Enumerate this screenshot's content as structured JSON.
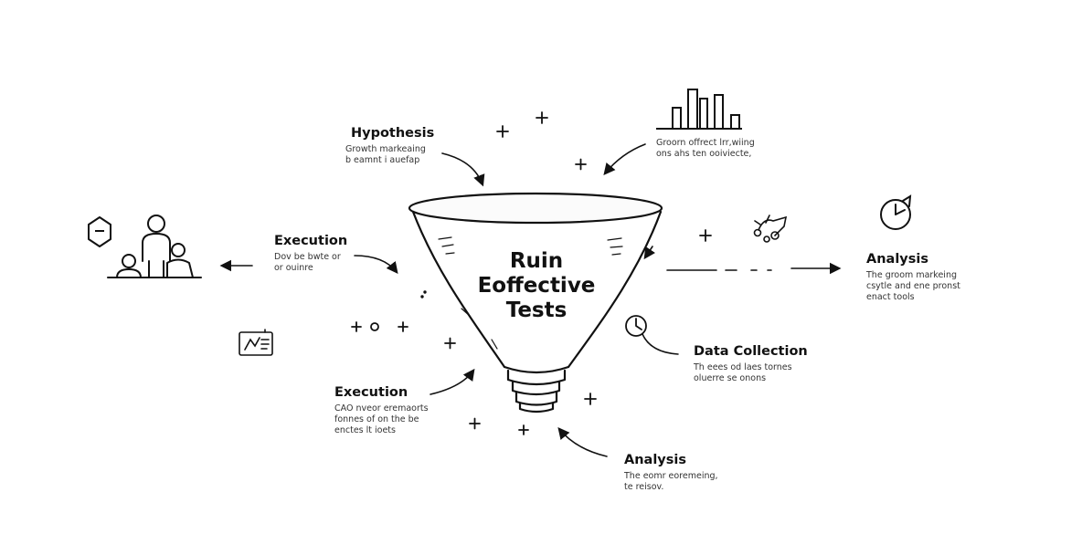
{
  "center": {
    "lines": [
      "Ruin",
      "Eoffective",
      "Tests"
    ]
  },
  "labels": {
    "hypothesis": {
      "title": "Hypothesis",
      "lines": [
        "Growth markeaing",
        "b eamnt i auefap"
      ]
    },
    "top_right": {
      "lines": [
        "Groorn offrect lrr,wiing",
        "ons ahs ten ooiviecte,"
      ]
    },
    "execution_top": {
      "title": "Execution",
      "lines": [
        "Dov be bwte or",
        "or ouinre"
      ]
    },
    "analysis_right": {
      "title": "Analysis",
      "lines": [
        "The groom markeing",
        "csytle and ene pronst",
        "enact tools"
      ]
    },
    "data_collection": {
      "title": "Data Collection",
      "lines": [
        "Th eees od laes tornes",
        "oluerre se onons"
      ]
    },
    "execution_bottom": {
      "title": "Execution",
      "lines": [
        "CAO nveor eremaorts",
        "fonnes of on the be",
        "enctes lt ioets"
      ]
    },
    "analysis_bottom": {
      "title": "Analysis",
      "lines": [
        "The eomr eoremeing,",
        "te reisov."
      ]
    }
  },
  "icons": [
    "team-icon",
    "shield-icon",
    "bar-chart-icon",
    "clock-icon",
    "clock-small-icon",
    "presentation-board-icon",
    "bicycle-icon"
  ],
  "colors": {
    "ink": "#111111",
    "text": "#333333",
    "background": "#ffffff"
  }
}
